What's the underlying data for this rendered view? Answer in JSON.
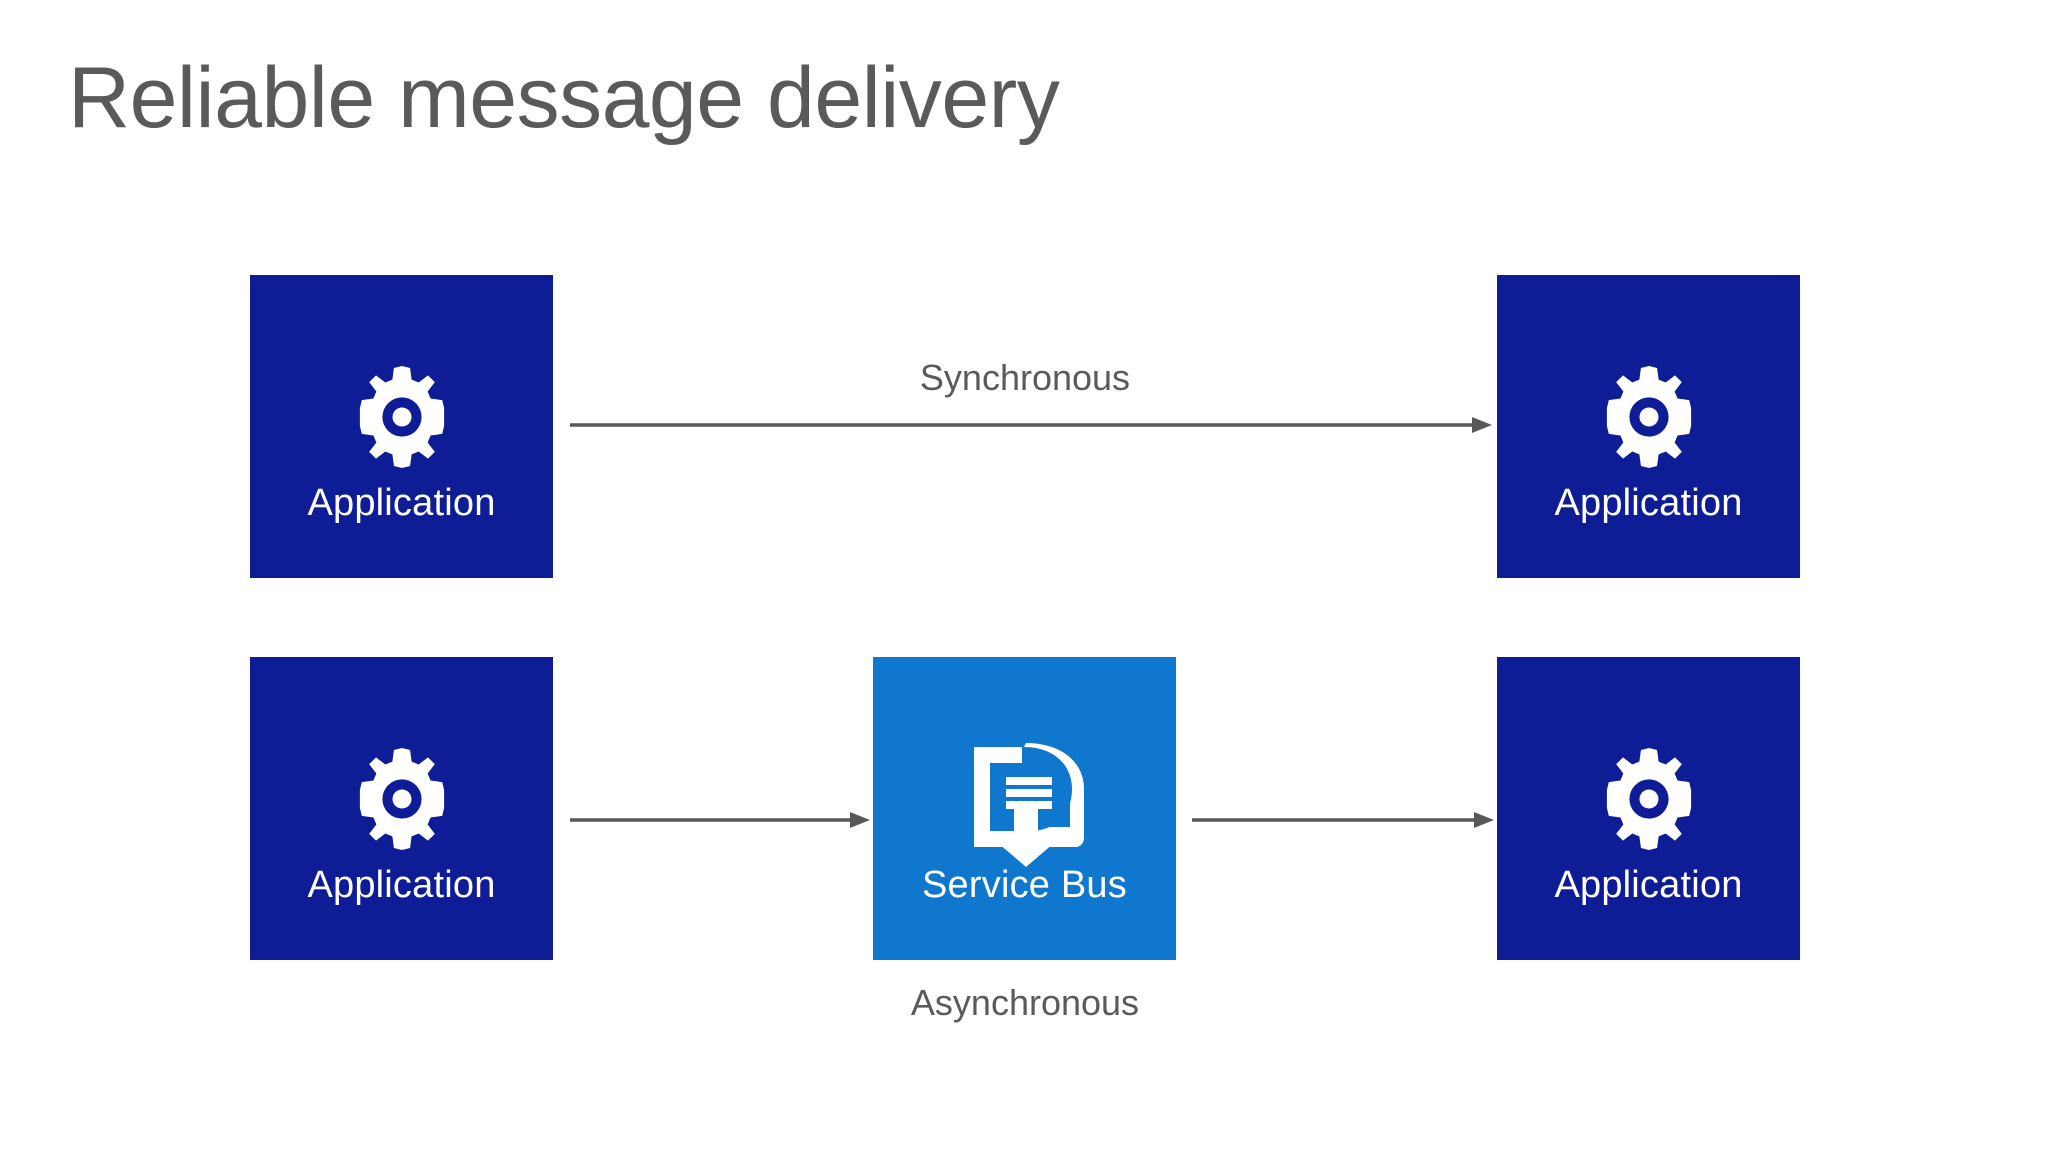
{
  "slide": {
    "title": "Reliable message delivery",
    "background_color": "#FFFFFF",
    "title_color": "#5A5A5A"
  },
  "colors": {
    "application_tile": "#0E1C96",
    "service_bus_tile": "#0F78CE",
    "arrow": "#595959",
    "tile_text": "#FFFFFF",
    "caption_text": "#5A5A5A"
  },
  "tiles": [
    {
      "id": "app-top-left",
      "label": "Application",
      "icon": "gear-icon",
      "row": "synchronous",
      "position": "left"
    },
    {
      "id": "app-top-right",
      "label": "Application",
      "icon": "gear-icon",
      "row": "synchronous",
      "position": "right"
    },
    {
      "id": "app-bottom-left",
      "label": "Application",
      "icon": "gear-icon",
      "row": "asynchronous",
      "position": "left"
    },
    {
      "id": "service-bus",
      "label": "Service Bus",
      "icon": "queue-message-icon",
      "row": "asynchronous",
      "position": "middle"
    },
    {
      "id": "app-bottom-right",
      "label": "Application",
      "icon": "gear-icon",
      "row": "asynchronous",
      "position": "right"
    }
  ],
  "connectors": [
    {
      "id": "sync",
      "caption": "Synchronous",
      "caption_placement": "above",
      "from": "app-top-left",
      "to": "app-top-right",
      "direction": "right"
    },
    {
      "id": "async-left",
      "caption": "",
      "from": "app-bottom-left",
      "to": "service-bus",
      "direction": "right"
    },
    {
      "id": "async-right",
      "caption": "",
      "from": "service-bus",
      "to": "app-bottom-right",
      "direction": "right"
    }
  ],
  "captions": {
    "synchronous": "Synchronous",
    "asynchronous": "Asynchronous"
  }
}
